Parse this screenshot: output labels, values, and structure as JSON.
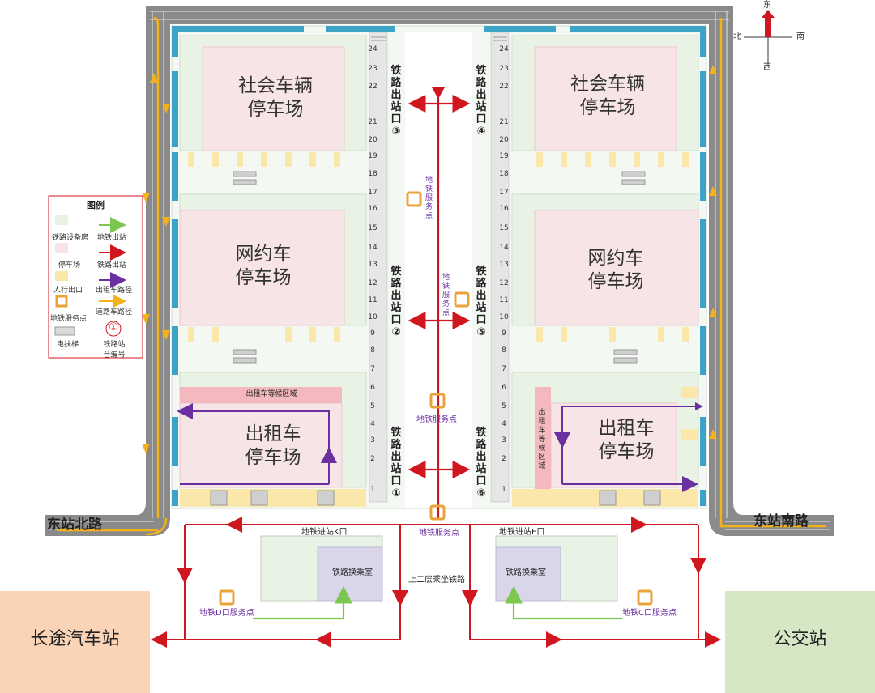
{
  "compass": {
    "north": "北",
    "east": "东",
    "south": "南",
    "west": "西"
  },
  "zones": {
    "social_parking_left": "社会车辆\n停车场",
    "social_parking_right": "社会车辆\n停车场",
    "rideshare_left": "网约车\n停车场",
    "rideshare_right": "网约车\n停车场",
    "taxi_left": "出租车\n停车场",
    "taxi_right": "出租车\n停车场",
    "taxi_wait_left": "出租车等候区域",
    "taxi_wait_right": "出租车等候区域"
  },
  "exits": {
    "exit3": [
      "铁",
      "路",
      "出",
      "站",
      "口",
      "③"
    ],
    "exit4": [
      "铁",
      "路",
      "出",
      "站",
      "口",
      "④"
    ],
    "exit2": [
      "铁",
      "路",
      "出",
      "站",
      "口",
      "②"
    ],
    "exit5": [
      "铁",
      "路",
      "出",
      "站",
      "口",
      "⑤"
    ],
    "exit1": [
      "铁",
      "路",
      "出",
      "站",
      "口",
      "①"
    ],
    "exit6": [
      "铁",
      "路",
      "出",
      "站",
      "口",
      "⑥"
    ]
  },
  "platforms_left": [
    "24",
    "23",
    "22",
    "21",
    "20",
    "19",
    "18",
    "17",
    "16",
    "15",
    "14",
    "13",
    "12",
    "11",
    "10",
    "9",
    "8",
    "7",
    "6",
    "5",
    "4",
    "3",
    "2",
    "1"
  ],
  "platforms_right": [
    "24",
    "23",
    "22",
    "21",
    "20",
    "19",
    "18",
    "17",
    "16",
    "15",
    "14",
    "13",
    "12",
    "11",
    "10",
    "9",
    "8",
    "7",
    "6",
    "5",
    "4",
    "3",
    "2",
    "1"
  ],
  "service": {
    "metro_service_upper": [
      "地",
      "铁",
      "服",
      "务",
      "点"
    ],
    "metro_service_mid": [
      "地",
      "铁",
      "服",
      "务",
      "点"
    ],
    "metro_service_lower": "地铁服务点",
    "metro_service_bottom": "地铁服务点",
    "metro_d": "地铁D口服务点",
    "metro_c": "地铁C口服务点"
  },
  "roads": {
    "north_road": "东站北路",
    "south_road": "东站南路"
  },
  "lower": {
    "metro_entry_k": "地铁进站K口",
    "metro_entry_e": "地铁进站E口",
    "transfer_left": "铁路换乘室",
    "transfer_right": "铁路换乘室",
    "upstairs": "上二层乘坐铁路"
  },
  "destinations": {
    "long_bus": "长途汽车站",
    "bus": "公交站"
  },
  "legend": {
    "title": "图例",
    "items": [
      {
        "label": "铁路设备房"
      },
      {
        "label": "地铁出站"
      },
      {
        "label": "停车场"
      },
      {
        "label": "铁路出站"
      },
      {
        "label": "人行出口"
      },
      {
        "label": "出租车路径"
      },
      {
        "label": "地铁服务点"
      },
      {
        "label": "道路车路径"
      },
      {
        "label": "电扶梯"
      },
      {
        "label": "铁路站台编号"
      }
    ],
    "platform_symbol": "①"
  },
  "colors": {
    "road": "#8a8a8a",
    "parking": "#f7e4e6",
    "equipment": "#e8f3e6",
    "blue": "#3da3c6",
    "rail_red": "#d0161e",
    "metro_green": "#7cc84f",
    "taxi_purple": "#6a2fa0",
    "road_yellow": "#f3b21a",
    "long_bus_bg": "#fbd3b6",
    "bus_bg": "#d6e7c6"
  }
}
